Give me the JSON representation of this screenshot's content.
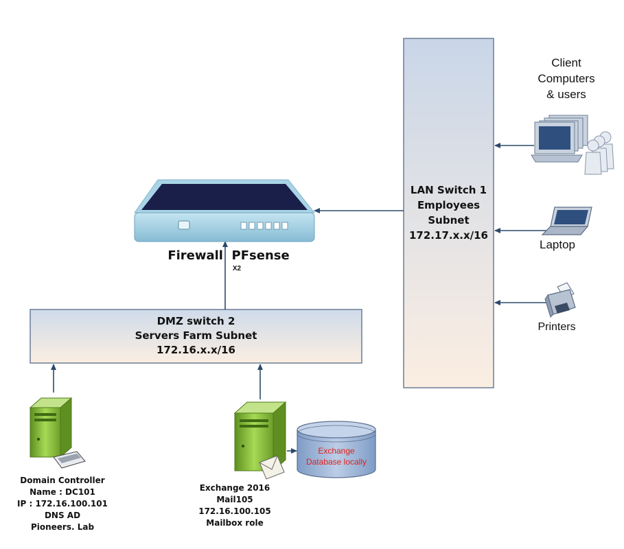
{
  "firewall": {
    "label_a": "Firewall",
    "label_b": "PFsense",
    "sub": "X2"
  },
  "lan_switch": {
    "lines": [
      "LAN  Switch 1",
      "Employees",
      "Subnet",
      "172.17.x.x/16"
    ]
  },
  "dmz_switch": {
    "lines": [
      "DMZ  switch  2",
      "Servers Farm  Subnet",
      "172.16.x.x/16"
    ]
  },
  "clients": {
    "lines": [
      "Client",
      "Computers",
      "& users"
    ]
  },
  "laptop": {
    "label": "Laptop"
  },
  "printers": {
    "label": "Printers"
  },
  "domain_controller": {
    "lines": [
      "Domain Controller",
      "Name : DC101",
      "IP : 172.16.100.101",
      "DNS AD",
      "Pioneers. Lab"
    ]
  },
  "exchange": {
    "lines": [
      "Exchange 2016",
      "Mail105",
      "172.16.100.105",
      "Mailbox role"
    ]
  },
  "database": {
    "lines": [
      "Exchange",
      "Database locally"
    ],
    "text_color": "#e0201a"
  },
  "colors": {
    "arrow": "#2a4a6b",
    "switch_border": "#6a7d95",
    "switch_top": "#c9d6e8",
    "switch_bottom": "#fbeee2",
    "firewall_body": "#a9d4e6",
    "firewall_top": "#1a1f4a",
    "server_green": "#8cc63f",
    "db_fill": "#9fb7d8"
  }
}
